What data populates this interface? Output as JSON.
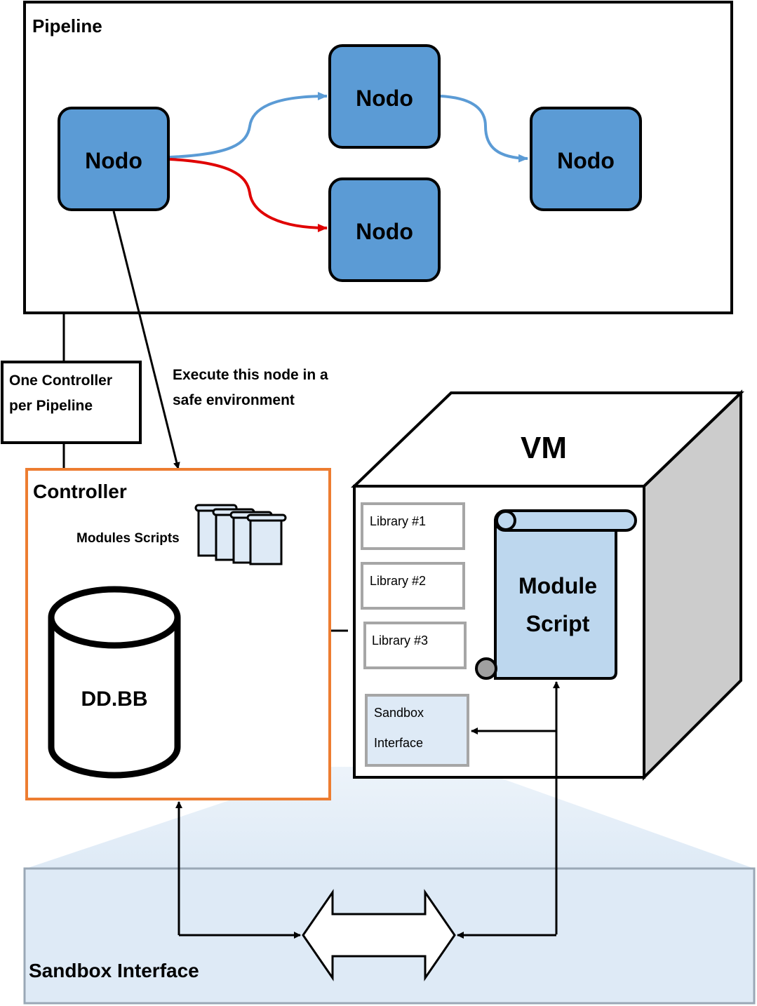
{
  "pipeline": {
    "title": "Pipeline",
    "nodes": [
      {
        "label": "Nodo"
      },
      {
        "label": "Nodo"
      },
      {
        "label": "Nodo"
      },
      {
        "label": "Nodo"
      }
    ]
  },
  "controller_note": {
    "line1": "One Controller",
    "line2": "per Pipeline"
  },
  "execute_note": {
    "line1": "Execute this node in a",
    "line2": "safe environment"
  },
  "controller": {
    "title": "Controller",
    "modules_label": "Modules Scripts",
    "db_label": "DD.BB"
  },
  "vm": {
    "title": "VM",
    "libraries": [
      "Library #1",
      "Library #2",
      "Library #3"
    ],
    "sandbox_box": {
      "line1": "Sandbox",
      "line2": "Interface"
    },
    "module_script": {
      "line1": "Module",
      "line2": "Script"
    }
  },
  "sandbox_panel": {
    "label": "Sandbox Interface"
  },
  "colors": {
    "node_fill": "#5b9bd5",
    "blue_arrow": "#5b9bd5",
    "red_arrow": "#e00000",
    "controller_border": "#ed7d31",
    "panel_fill": "#deeaf6",
    "scroll_fill": "#bdd7ee",
    "vm_side": "#cccccc",
    "library_border": "#a6a6a6"
  }
}
